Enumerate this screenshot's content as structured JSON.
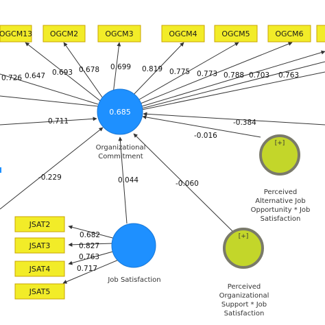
{
  "ogcm_indicators": [
    "OGCM13",
    "OGCM2",
    "OGCM3",
    "OGCM4",
    "OGCM5",
    "OGCM6"
  ],
  "ogcm_loadings": [
    "0.726",
    "0.647",
    "0.693",
    "0.678",
    "0.699",
    "0.819",
    "0.775",
    "0.773",
    "0.788",
    "0.703",
    "0.763"
  ],
  "jsat_indicators": [
    "JSAT2",
    "JSAT3",
    "JSAT4",
    "JSAT5"
  ],
  "jsat_loadings": [
    "0.682",
    "0.827",
    "0.763",
    "0.717"
  ],
  "constructs": {
    "organizational_commitment": {
      "r2": "0.685",
      "label_line1": "Organizational",
      "label_line2": "Commitment"
    },
    "job_satisfaction": {
      "label": "Job Satisfaction"
    },
    "moderator_alt_job": {
      "badge": "[+]",
      "line1": "Perceived",
      "line2": "Alternative Job",
      "line3": "Opportunity * Job",
      "line4": "Satisfaction"
    },
    "moderator_org_support": {
      "badge": "[+]",
      "line1": "Perceived",
      "line2": "Organizational",
      "line3": "Support * Job",
      "line4": "Satisfaction"
    }
  },
  "paths": {
    "left_in_1": "0.711",
    "left_in_2": "-0.229",
    "job_satisfaction_to_oc": "0.044",
    "org_support_moderation": "-0.060",
    "alt_job_moderation": "-0.016",
    "right_in": "-0.384"
  },
  "colors": {
    "indicator_fill": "#f2ec28",
    "latent_blue": "#1e90ff",
    "moderator_green": "#c3d62a",
    "moderator_ring": "#7a7a6a"
  }
}
